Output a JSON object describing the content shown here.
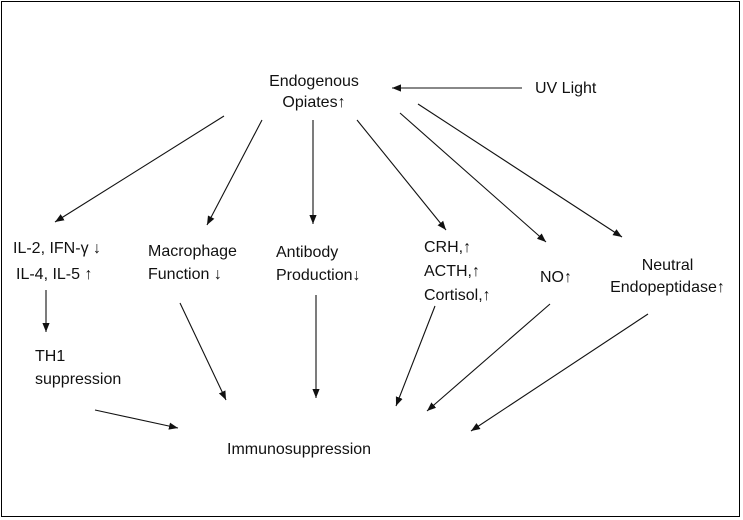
{
  "nodes": {
    "opiates": {
      "lines": [
        "Endogenous",
        "Opiates↑"
      ]
    },
    "uv": {
      "lines": [
        "UV Light"
      ]
    },
    "il": {
      "lines": [
        "IL-2, IFN-γ ↓",
        "IL-4, IL-5 ↑"
      ]
    },
    "macrophage": {
      "lines": [
        "Macrophage",
        "Function ↓"
      ]
    },
    "antibody": {
      "lines": [
        "Antibody",
        "Production↓"
      ]
    },
    "crh": {
      "lines": [
        "CRH,↑",
        "ACTH,↑",
        "Cortisol,↑"
      ]
    },
    "no": {
      "lines": [
        "NO↑"
      ]
    },
    "neutral": {
      "lines": [
        "Neutral",
        "Endopeptidase↑"
      ]
    },
    "th1": {
      "lines": [
        "TH1",
        "suppression"
      ]
    },
    "immuno": {
      "lines": [
        "Immunosuppression"
      ]
    }
  },
  "colors": {
    "line": "#111111",
    "border": "#000000",
    "background": "#ffffff"
  }
}
